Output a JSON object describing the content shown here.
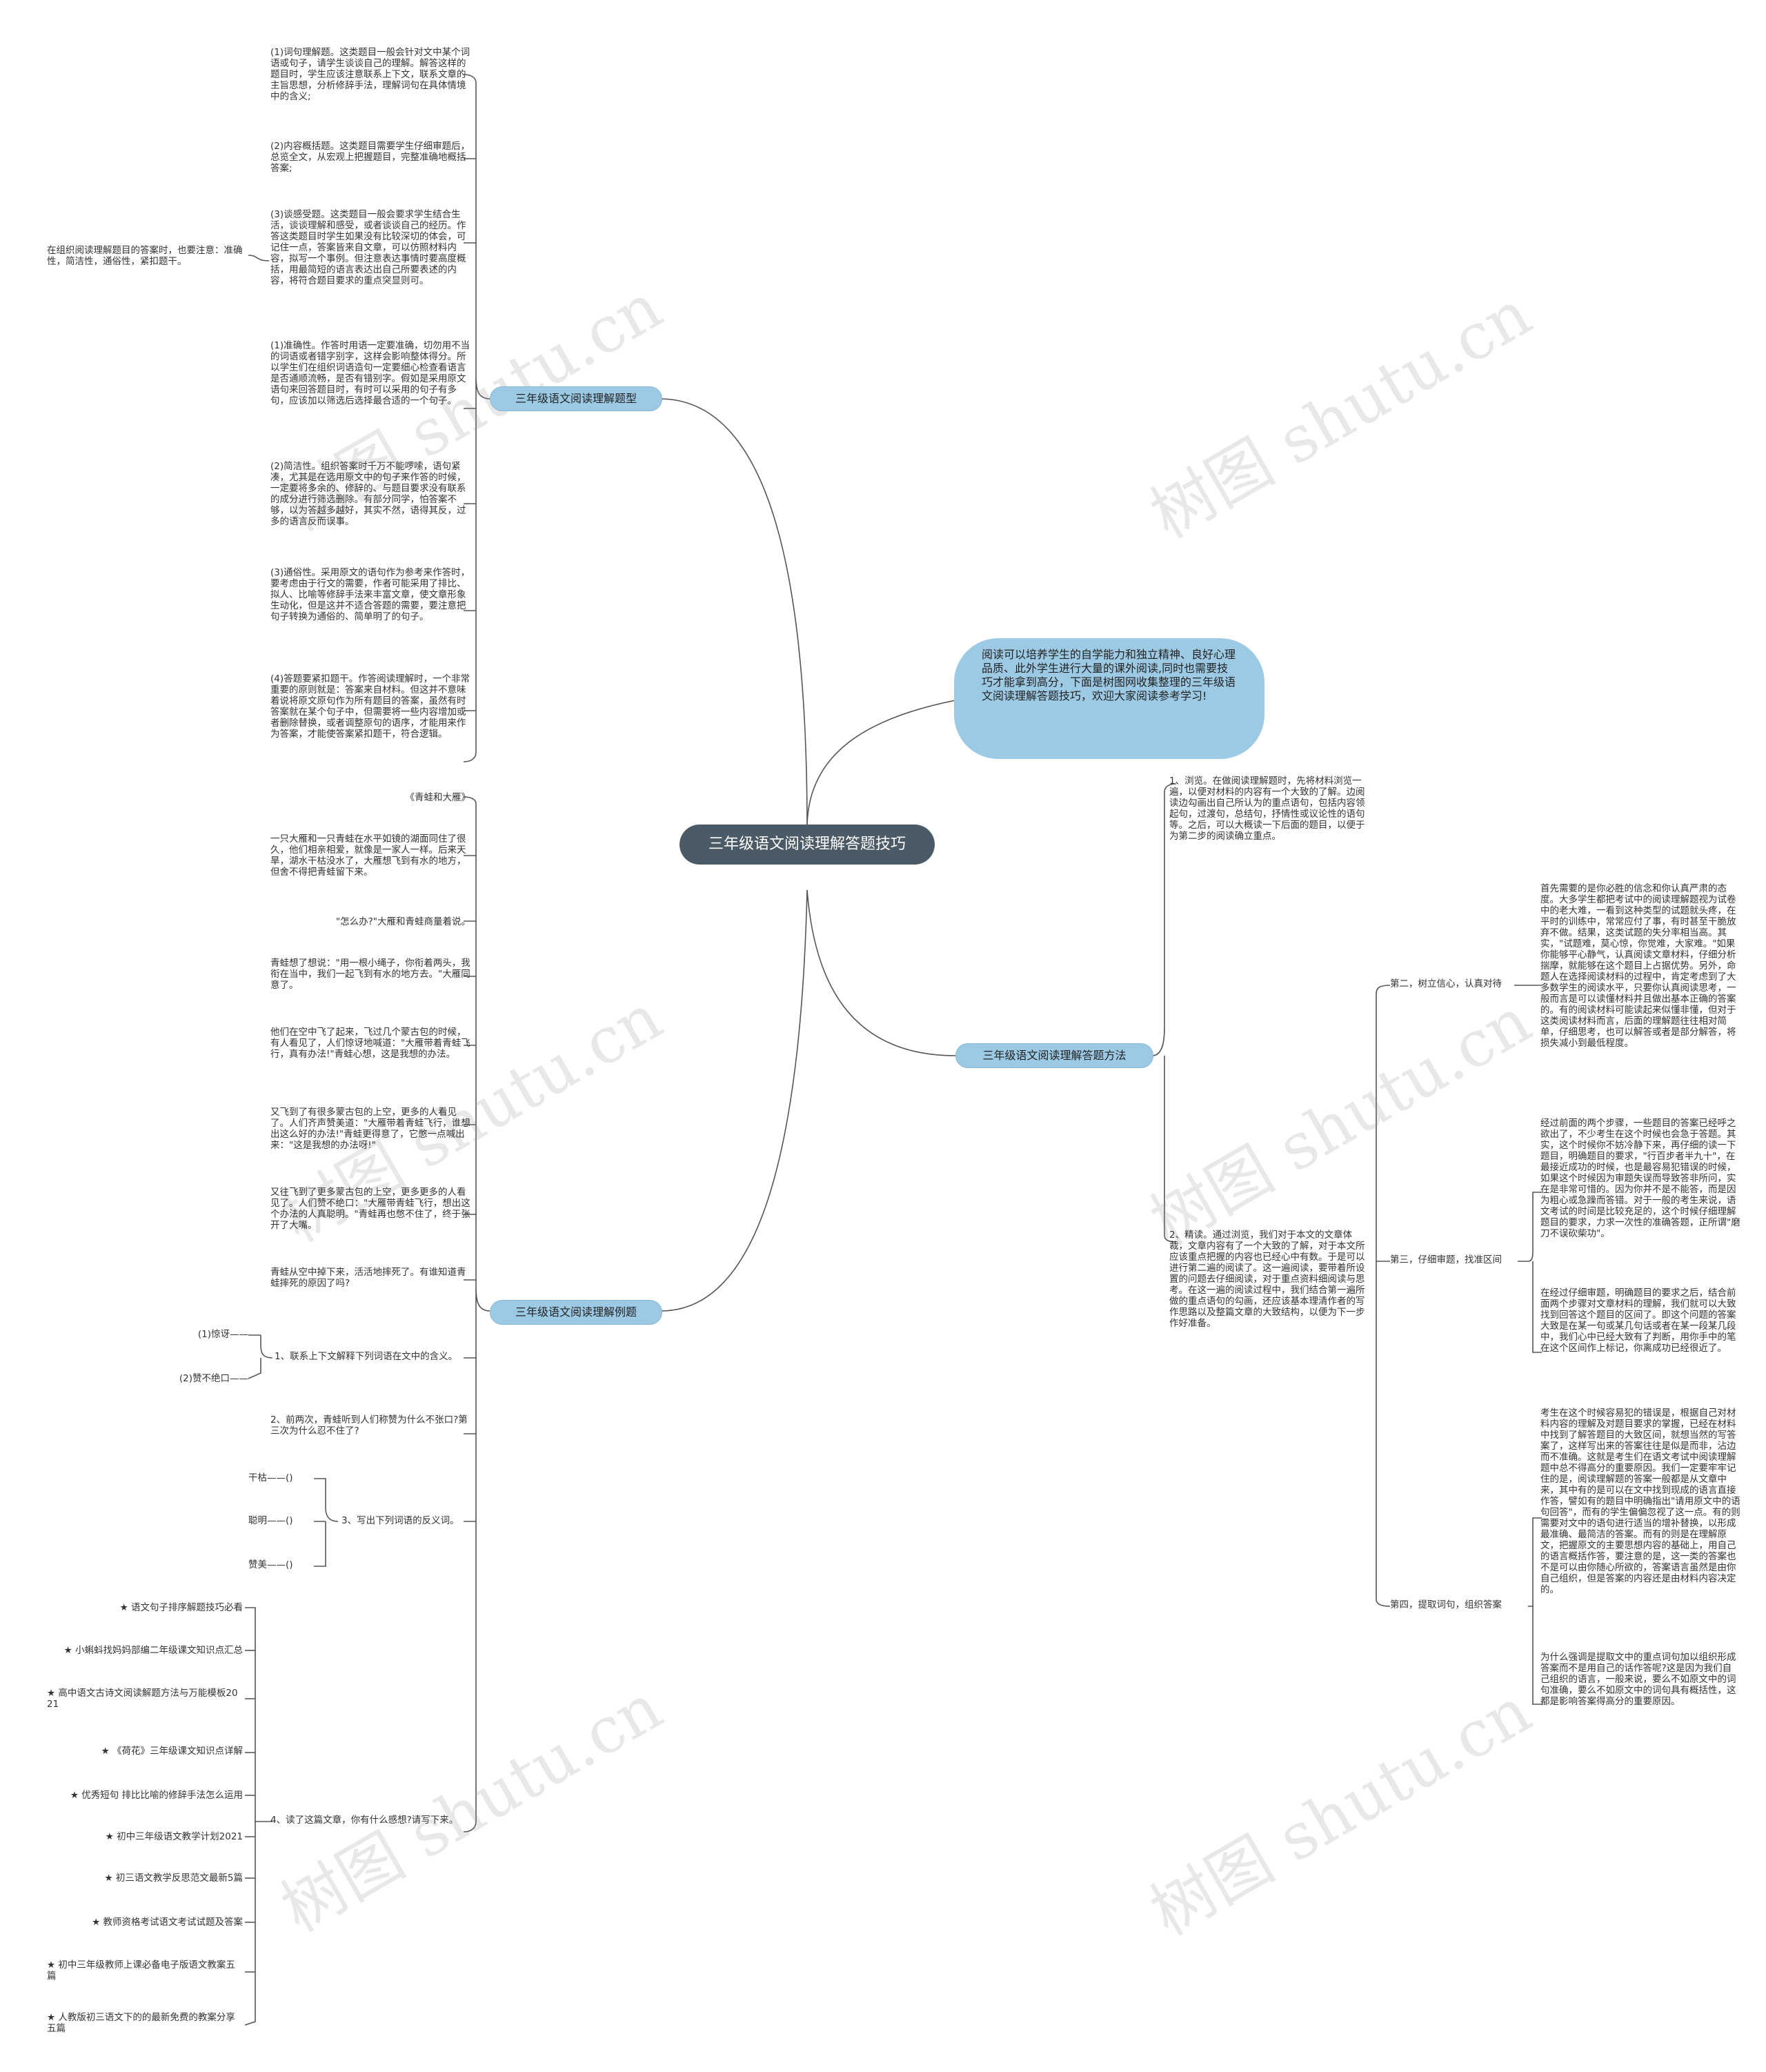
{
  "root": "三年级语文阅读理解答题技巧",
  "intro": "阅读可以培养学生的自学能力和独立精神、良好心理品质、此外学生进行大量的课外阅读,同时也需要技巧才能拿到高分，下面是树图网收集整理的三年级语文阅读理解答题技巧，欢迎大家阅读参考学习!",
  "branch1": {
    "label": "三年级语文阅读理解题型",
    "side_note": "在组织阅读理解题目的答案时，也要注意：准确性，简洁性，通俗性，紧扣题干。",
    "items": [
      "(1)词句理解题。这类题目一般会针对文中某个词语或句子，请学生谈谈自己的理解。解答这样的题目时，学生应该注意联系上下文，联系文章的主旨思想，分析修辞手法，理解词句在具体情境中的含义;",
      "(2)内容概括题。这类题目需要学生仔细审题后，总览全文，从宏观上把握题目，完整准确地概括答案;",
      "(3)谈感受题。这类题目一般会要求学生结合生活，谈谈理解和感受，或者谈谈自己的经历。作答这类题目时学生如果没有比较深切的体会，可记住一点，答案皆来自文章，可以仿照材料内容，拟写一个事例。但注意表达事情时要高度概括，用最简短的语言表达出自己所要表述的内容，将符合题目要求的重点突显则可。",
      "(1)准确性。作答时用语一定要准确，切勿用不当的词语或者错字别字，这样会影响整体得分。所以学生们在组织词语造句一定要细心检查看语言是否通顺流畅，是否有错别字。假如是采用原文语句来回答题目时，有时可以采用的句子有多句，应该加以筛选后选择最合适的一个句子。",
      "(2)简洁性。组织答案时千万不能啰嗦，语句紧凑，尤其是在选用原文中的句子来作答的时候，一定要将多余的、修辞的、与题目要求没有联系的成分进行筛选删除。有部分同学，怕答案不够，以为答越多越好，其实不然，语得其反，过多的语言反而误事。",
      "(3)通俗性。采用原文的语句作为参考来作答时，要考虑由于行文的需要，作者可能采用了排比、拟人、比喻等修辞手法来丰富文章，使文章形象生动化，但是这并不适合答题的需要，要注意把句子转换为通俗的、简单明了的句子。",
      "(4)答题要紧扣题干。作答阅读理解时，一个非常重要的原则就是：答案来自材料。但这并不意味着说将原文原句作为所有题目的答案，虽然有时答案就在某个句子中，但需要将一些内容增加或者删除替换，或者调整原句的语序，才能用来作为答案，才能使答案紧扣题干，符合逻辑。"
    ]
  },
  "branch2": {
    "label": "三年级语文阅读理解例题",
    "story": [
      "《青蛙和大雁》",
      "一只大雁和一只青蛙在水平如镜的湖面同住了很久，他们相亲相爱，就像是一家人一样。后来天旱，湖水干枯没水了，大雁想飞到有水的地方，但舍不得把青蛙留下来。",
      "\"怎么办?\"大雁和青蛙商量着说。",
      "青蛙想了想说：\"用一根小绳子，你衔着两头，我衔在当中，我们一起飞到有水的地方去。\"大雁同意了。",
      "他们在空中飞了起来，飞过几个蒙古包的时候，有人看见了，人们惊讶地喊道：\"大雁带着青蛙飞行，真有办法!\"青蛙心想，这是我想的办法。",
      "又飞到了有很多蒙古包的上空，更多的人看见了。人们齐声赞美道：\"大雁带着青蛙飞行，谁想出这么好的办法!\"青蛙更得意了，它憋一点喊出来：\"这是我想的办法呀!\"",
      "又往飞到了更多蒙古包的上空，更多更多的人看见了。人们赞不绝口：\"大雁带青蛙飞行，想出这个办法的人真聪明。\"青蛙再也憋不住了，终于张开了大嘴。",
      "青蛙从空中掉下来，活活地摔死了。有谁知道青蛙摔死的原因了吗?"
    ],
    "q1": "1、联系上下文解释下列词语在文中的含义。",
    "q1_items": [
      "(1)惊讶——",
      "(2)赞不绝口——"
    ],
    "q2": "2、前两次，青蛙听到人们称赞为什么不张口?第三次为什么忍不住了?",
    "q3": "3、写出下列词语的反义词。",
    "q3_items": [
      "干枯——()",
      "聪明——()",
      "赞美——()"
    ],
    "q4": "4、读了这篇文章，你有什么感想?请写下来。"
  },
  "related": [
    "★ 语文句子排序解题技巧必看",
    "★ 小蝌蚪找妈妈部编二年级课文知识点汇总",
    "★ 高中语文古诗文阅读解题方法与万能模板2021",
    "★ 《荷花》三年级课文知识点详解",
    "★ 优秀短句 排比比喻的修辞手法怎么运用",
    "★ 初中三年级语文教学计划2021",
    "★ 初三语文教学反思范文最新5篇",
    "★ 教师资格考试语文考试试题及答案",
    "★ 初中三年级教师上课必备电子版语文教案五篇",
    "★ 人教版初三语文下的的最新免费的教案分享五篇"
  ],
  "branch3": {
    "label": "三年级语文阅读理解答题方法",
    "step1": "1、浏览。在做阅读理解题时，先将材料浏览一遍，以便对材料的内容有一个大致的了解。边阅读边勾画出自己所认为的重点语句，包括内容领起句，过渡句，总结句，抒情性或议论性的语句等。之后，可以大概读一下后面的题目，以便于为第二步的阅读确立重点。",
    "step2": "2、精读。通过浏览，我们对于本文的文章体裁，文章内容有了一个大致的了解，对于本文所应该重点把握的内容也已经心中有数。于是可以进行第二遍的阅读了。这一遍阅读，要带着所设置的问题去仔细阅读，对于重点资料细阅读与思考。在这一遍的阅读过程中，我们结合第一遍所做的重点语句的勾画，还应该基本理清作者的写作思路以及整篇文章的大致结构，以便为下一步作好准备。",
    "second_label": "第二，树立信心，认真对待",
    "second_text": "首先需要的是你必胜的信念和你认真严肃的态度。大多学生都把考试中的阅读理解题视为试卷中的老大难，一看到这种类型的试题就头疼，在平时的训练中，常常应付了事，有时甚至干脆放弃不做。结果，这类试题的失分率相当高。其实，\"试题难，莫心惊，你觉难，大家难。\"如果你能够平心静气，认真阅读文章材料，仔细分析揣摩，就能够在这个题目上占据优势。另外，命题人在选择阅读材料的过程中，肯定考虑到了大多数学生的阅读水平，只要你认真阅读思考，一般而言是可以读懂材料并且做出基本正确的答案的。有的阅读材料可能读起来似懂非懂，但对于这类阅读材料而言，后面的理解题往往相对简单，仔细思考，也可以解答或者是部分解答，将损失减小到最低程度。",
    "third_label": "第三，仔细审题，找准区间",
    "third_texts": [
      "经过前面的两个步骤，一些题目的答案已经呼之欲出了，不少考生在这个时候也会急于答题。其实，这个时候你不妨冷静下来，再仔细的读一下题目，明确题目的要求，\"行百步者半九十\"，在最接近成功的时候，也是最容易犯错误的时候，如果这个时候因为审题失误而导致答非所问，实在是非常可惜的。因为你并不是不能答，而是因为粗心或急躁而答错。对于一般的考生来说，语文考试的时间是比较充足的，这个时候仔细理解题目的要求，力求一次性的准确答题，正所谓\"磨刀不误砍柴功\"。",
      "在经过仔细审题，明确题目的要求之后，结合前面两个步骤对文章材料的理解，我们就可以大致找到回答这个题目的区间了。即这个问题的答案大致是在某一句或某几句话或者在某一段某几段中，我们心中已经大致有了判断，用你手中的笔在这个区间作上标记，你离成功已经很近了。"
    ],
    "fourth_label": "第四，提取词句，组织答案",
    "fourth_texts": [
      "考生在这个时候容易犯的错误是，根据自己对材料内容的理解及对题目要求的掌握，已经在材料中找到了解答题目的大致区间，就想当然的写答案了，这样写出来的答案往往是似是而非，沾边而不准确。这就是考生们在语文考试中阅读理解题中总不得高分的重要原因。我们一定要牢牢记住的是，阅读理解题的答案一般都是从文章中来，其中有的是可以在文中找到现成的语言直接作答，譬如有的题目中明确指出\"请用原文中的语句回答\"，而有的学生偏偏忽视了这一点。有的则需要对文中的语句进行适当的增补替换，以形成最准确、最简洁的答案。而有的则是在理解原文，把握原文的主要思想内容的基础上，用自己的语言概括作答，要注意的是，这一类的答案也不是可以由你随心所欲的，答案语言虽然是由你自己组织，但是答案的内容还是由材料内容决定的。",
      "为什么强调是提取文中的重点词句加以组织形成答案而不是用自己的话作答呢?这是因为我们自己组织的语言，一般来说，要么不如原文中的词句准确，要么不如原文中的词句具有概括性，这都是影响答案得高分的重要原因。"
    ]
  },
  "watermark": "树图 shutu.cn"
}
